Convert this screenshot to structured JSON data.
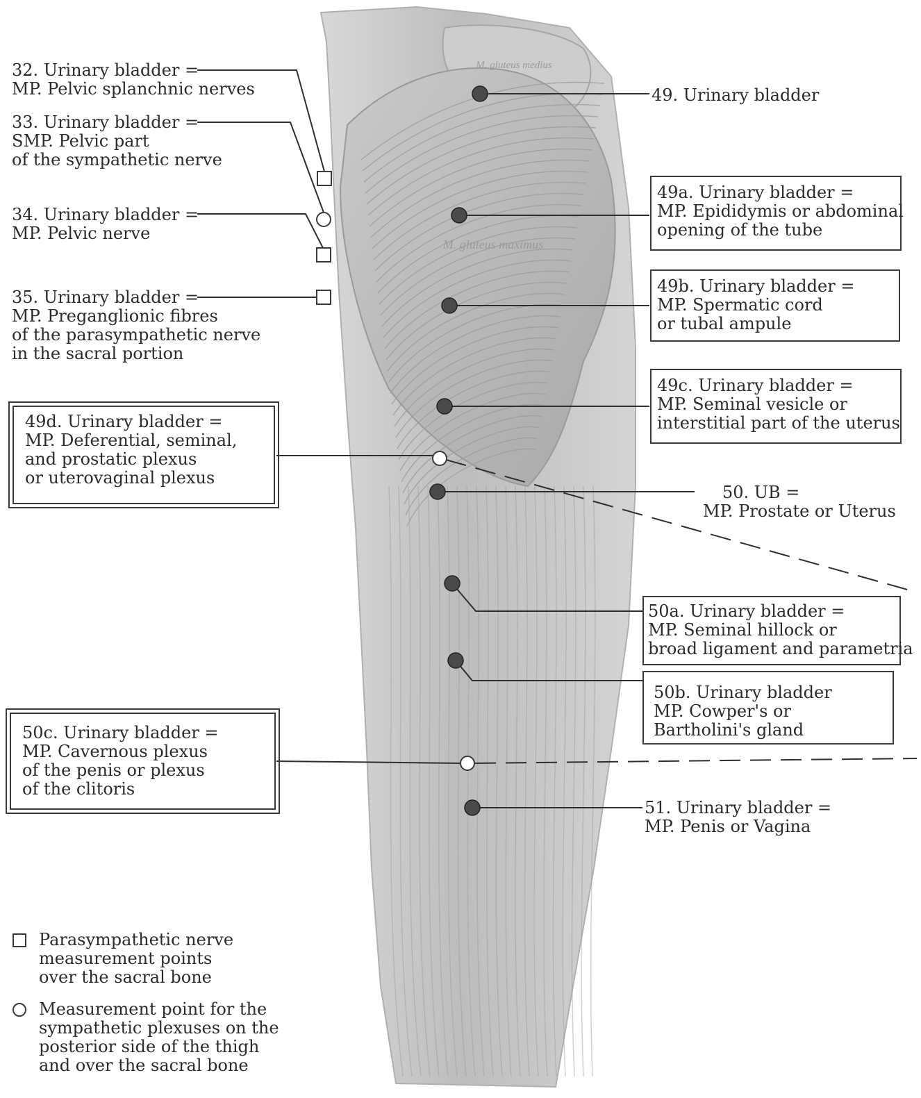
{
  "labels": {
    "l32": [
      "32. Urinary bladder =",
      "MP. Pelvic splanchnic nerves"
    ],
    "l33": [
      "33. Urinary bladder =",
      "SMP. Pelvic part",
      "of the sympathetic nerve"
    ],
    "l34": [
      "34. Urinary bladder =",
      "MP. Pelvic nerve"
    ],
    "l35": [
      "35. Urinary bladder =",
      "MP. Preganglionic fibres",
      "of the parasympathetic nerve",
      "in the sacral portion"
    ],
    "l49": [
      "49. Urinary bladder"
    ],
    "l49a": [
      "49a. Urinary bladder =",
      "MP. Epididymis or abdominal",
      "opening of the tube"
    ],
    "l49b": [
      "49b. Urinary bladder =",
      "MP. Spermatic cord",
      "or tubal ampule"
    ],
    "l49c": [
      "49c. Urinary bladder =",
      "MP. Seminal vesicle or",
      "interstitial part of the uterus"
    ],
    "l49d": [
      "49d. Urinary bladder =",
      "MP. Deferential, seminal,",
      "and prostatic plexus",
      "or uterovaginal plexus"
    ],
    "l50": [
      "50. UB =",
      "MP. Prostate or Uterus"
    ],
    "l50a": [
      "50a. Urinary bladder =",
      "MP. Seminal hillock or",
      "broad ligament and parametria"
    ],
    "l50b": [
      "50b. Urinary bladder",
      "MP. Cowper's or",
      "Bartholini's gland"
    ],
    "l50c": [
      "50c. Urinary bladder =",
      "MP. Cavernous plexus",
      "of the penis or plexus",
      "of the clitoris"
    ],
    "l51": [
      "51. Urinary bladder =",
      "MP. Penis or Vagina"
    ]
  },
  "muscle_labels": {
    "gluteus_medius": "M. gluteus medius",
    "gluteus_maximus": "M. gluteus maximus"
  },
  "legend": {
    "square": [
      "Parasympathetic nerve",
      "measurement points",
      "over the sacral bone"
    ],
    "circle": [
      "Measurement point for the",
      "sympathetic plexuses on the",
      "posterior side of the thigh",
      "and over the sacral bone"
    ]
  },
  "colors": {
    "dot": "#4a4a4a",
    "line": "#2e2e2e",
    "muscle_fill": "#cfcfcf",
    "muscle_stroke": "#a8a8a8"
  }
}
